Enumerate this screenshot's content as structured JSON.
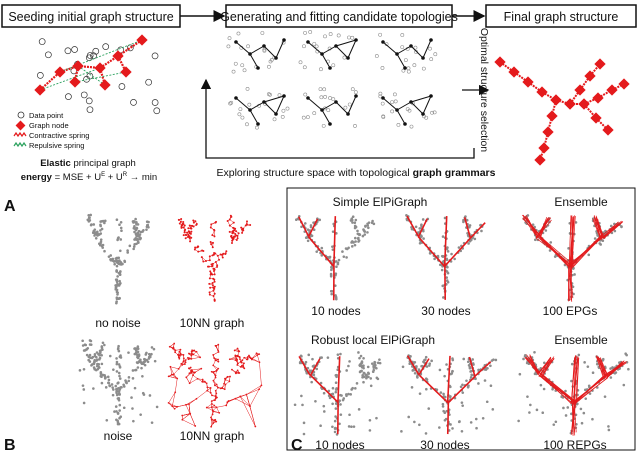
{
  "top": {
    "stage1": "Seeding initial graph structure",
    "stage2": "Generating and fitting candidate topologies",
    "stage3": "Final graph structure",
    "side_label": "Optimal structure selection",
    "explore_prefix": "Exploring structure space with topological ",
    "explore_bold": "graph grammars",
    "legend": {
      "data_point": "Data point",
      "graph_node": "Graph node",
      "contractive": "Contractive spring",
      "repulsive": "Repulsive spring"
    },
    "elastic_bold": "Elastic",
    "elastic_rest": " principal graph",
    "energy_bold": "energy",
    "energy_rest": " = MSE + U",
    "energy_sup1": "E",
    "energy_mid": " + U",
    "energy_sup2": "R",
    "energy_end": " → min"
  },
  "panel_labels": {
    "a": "A",
    "b": "B",
    "c": "C"
  },
  "panel_b": {
    "captions": [
      "no noise",
      "10NN graph",
      "noise",
      "10NN graph"
    ]
  },
  "panel_c": {
    "row1_title": "Simple ElPiGraph",
    "row1_ensemble": "Ensemble",
    "row2_title": "Robust local ElPiGraph",
    "row2_ensemble": "Ensemble",
    "row1_captions": [
      "10 nodes",
      "30 nodes",
      "100 EPGs"
    ],
    "row2_captions": [
      "10 nodes",
      "30 nodes",
      "100 REPGs"
    ]
  },
  "colors": {
    "red": "#e41a1c",
    "gray": "#8c8c8c",
    "dark": "#111111"
  }
}
